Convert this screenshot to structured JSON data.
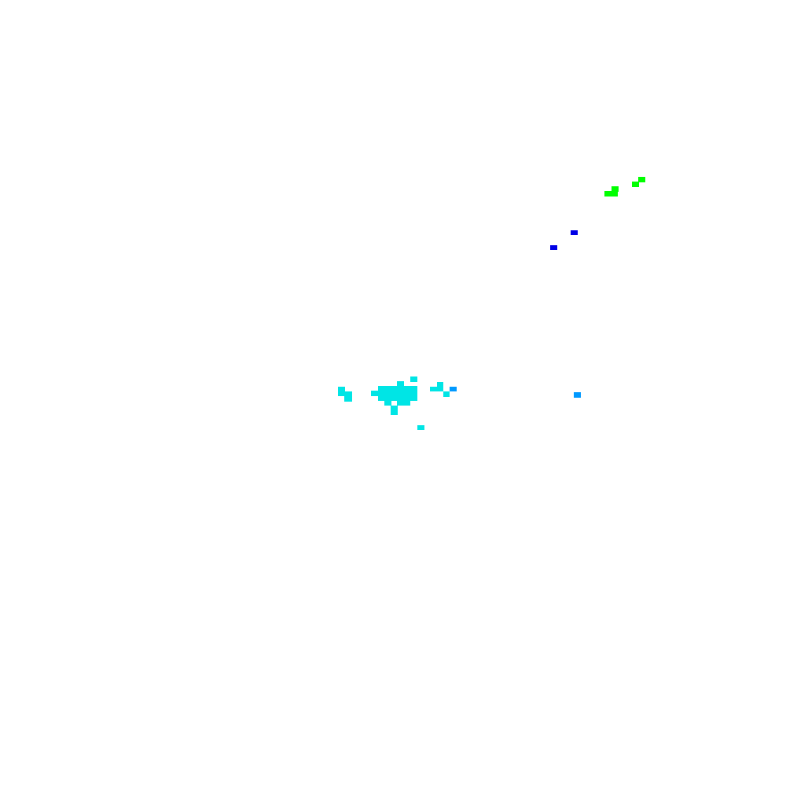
{
  "background_color": "#ffffff",
  "clusters": [
    {
      "name": "green-cluster",
      "color": "#00ff00"
    },
    {
      "name": "blue-cluster",
      "color": "#0000e6"
    },
    {
      "name": "cyan-cluster",
      "color": "#00e5e5"
    },
    {
      "name": "light-blue-cluster",
      "color": "#0099ff"
    }
  ]
}
